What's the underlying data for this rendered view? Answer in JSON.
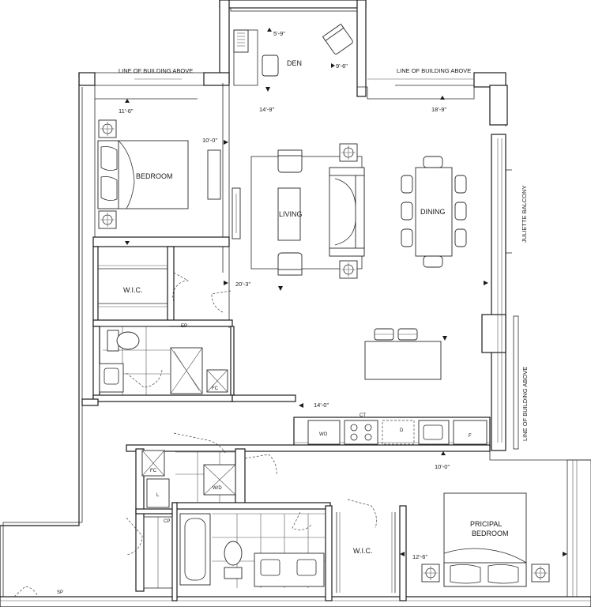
{
  "rooms": {
    "den": "DEN",
    "bedroom": "BEDROOM",
    "living": "LIVING",
    "dining": "DINING",
    "wic_upper": "W.I.C.",
    "wic_lower": "W.I.C.",
    "principal_bedroom_line1": "PRICIPAL",
    "principal_bedroom_line2": "BEDROOM"
  },
  "notes": {
    "building_above_left": "LINE OF BUILDING ABOVE",
    "building_above_right": "LINE OF BUILDING ABOVE",
    "building_above_vertical": "LINE OF BUILDING ABOVE",
    "juliette_balcony": "JULIETTE BALCONY"
  },
  "dimensions": {
    "den_width": "5'-9\"",
    "den_depth": "9'-6\"",
    "den_lower": "14'-9\"",
    "bedroom_width": "11'-6\"",
    "bedroom_depth": "10'-0\"",
    "living_depth": "20'-3\"",
    "dining_width": "18'-9\"",
    "kitchen_width": "14'-0\"",
    "principal_depth": "10'-0\"",
    "principal_width": "12'-6\""
  },
  "fixtures": {
    "ep": "EP",
    "fc_upper": "FC",
    "fc_lower": "FC",
    "ct": "CT",
    "wo": "WO",
    "d": "D",
    "f": "F",
    "wd": "W/D",
    "l": "L",
    "cp": "CP",
    "sp": "SP"
  }
}
